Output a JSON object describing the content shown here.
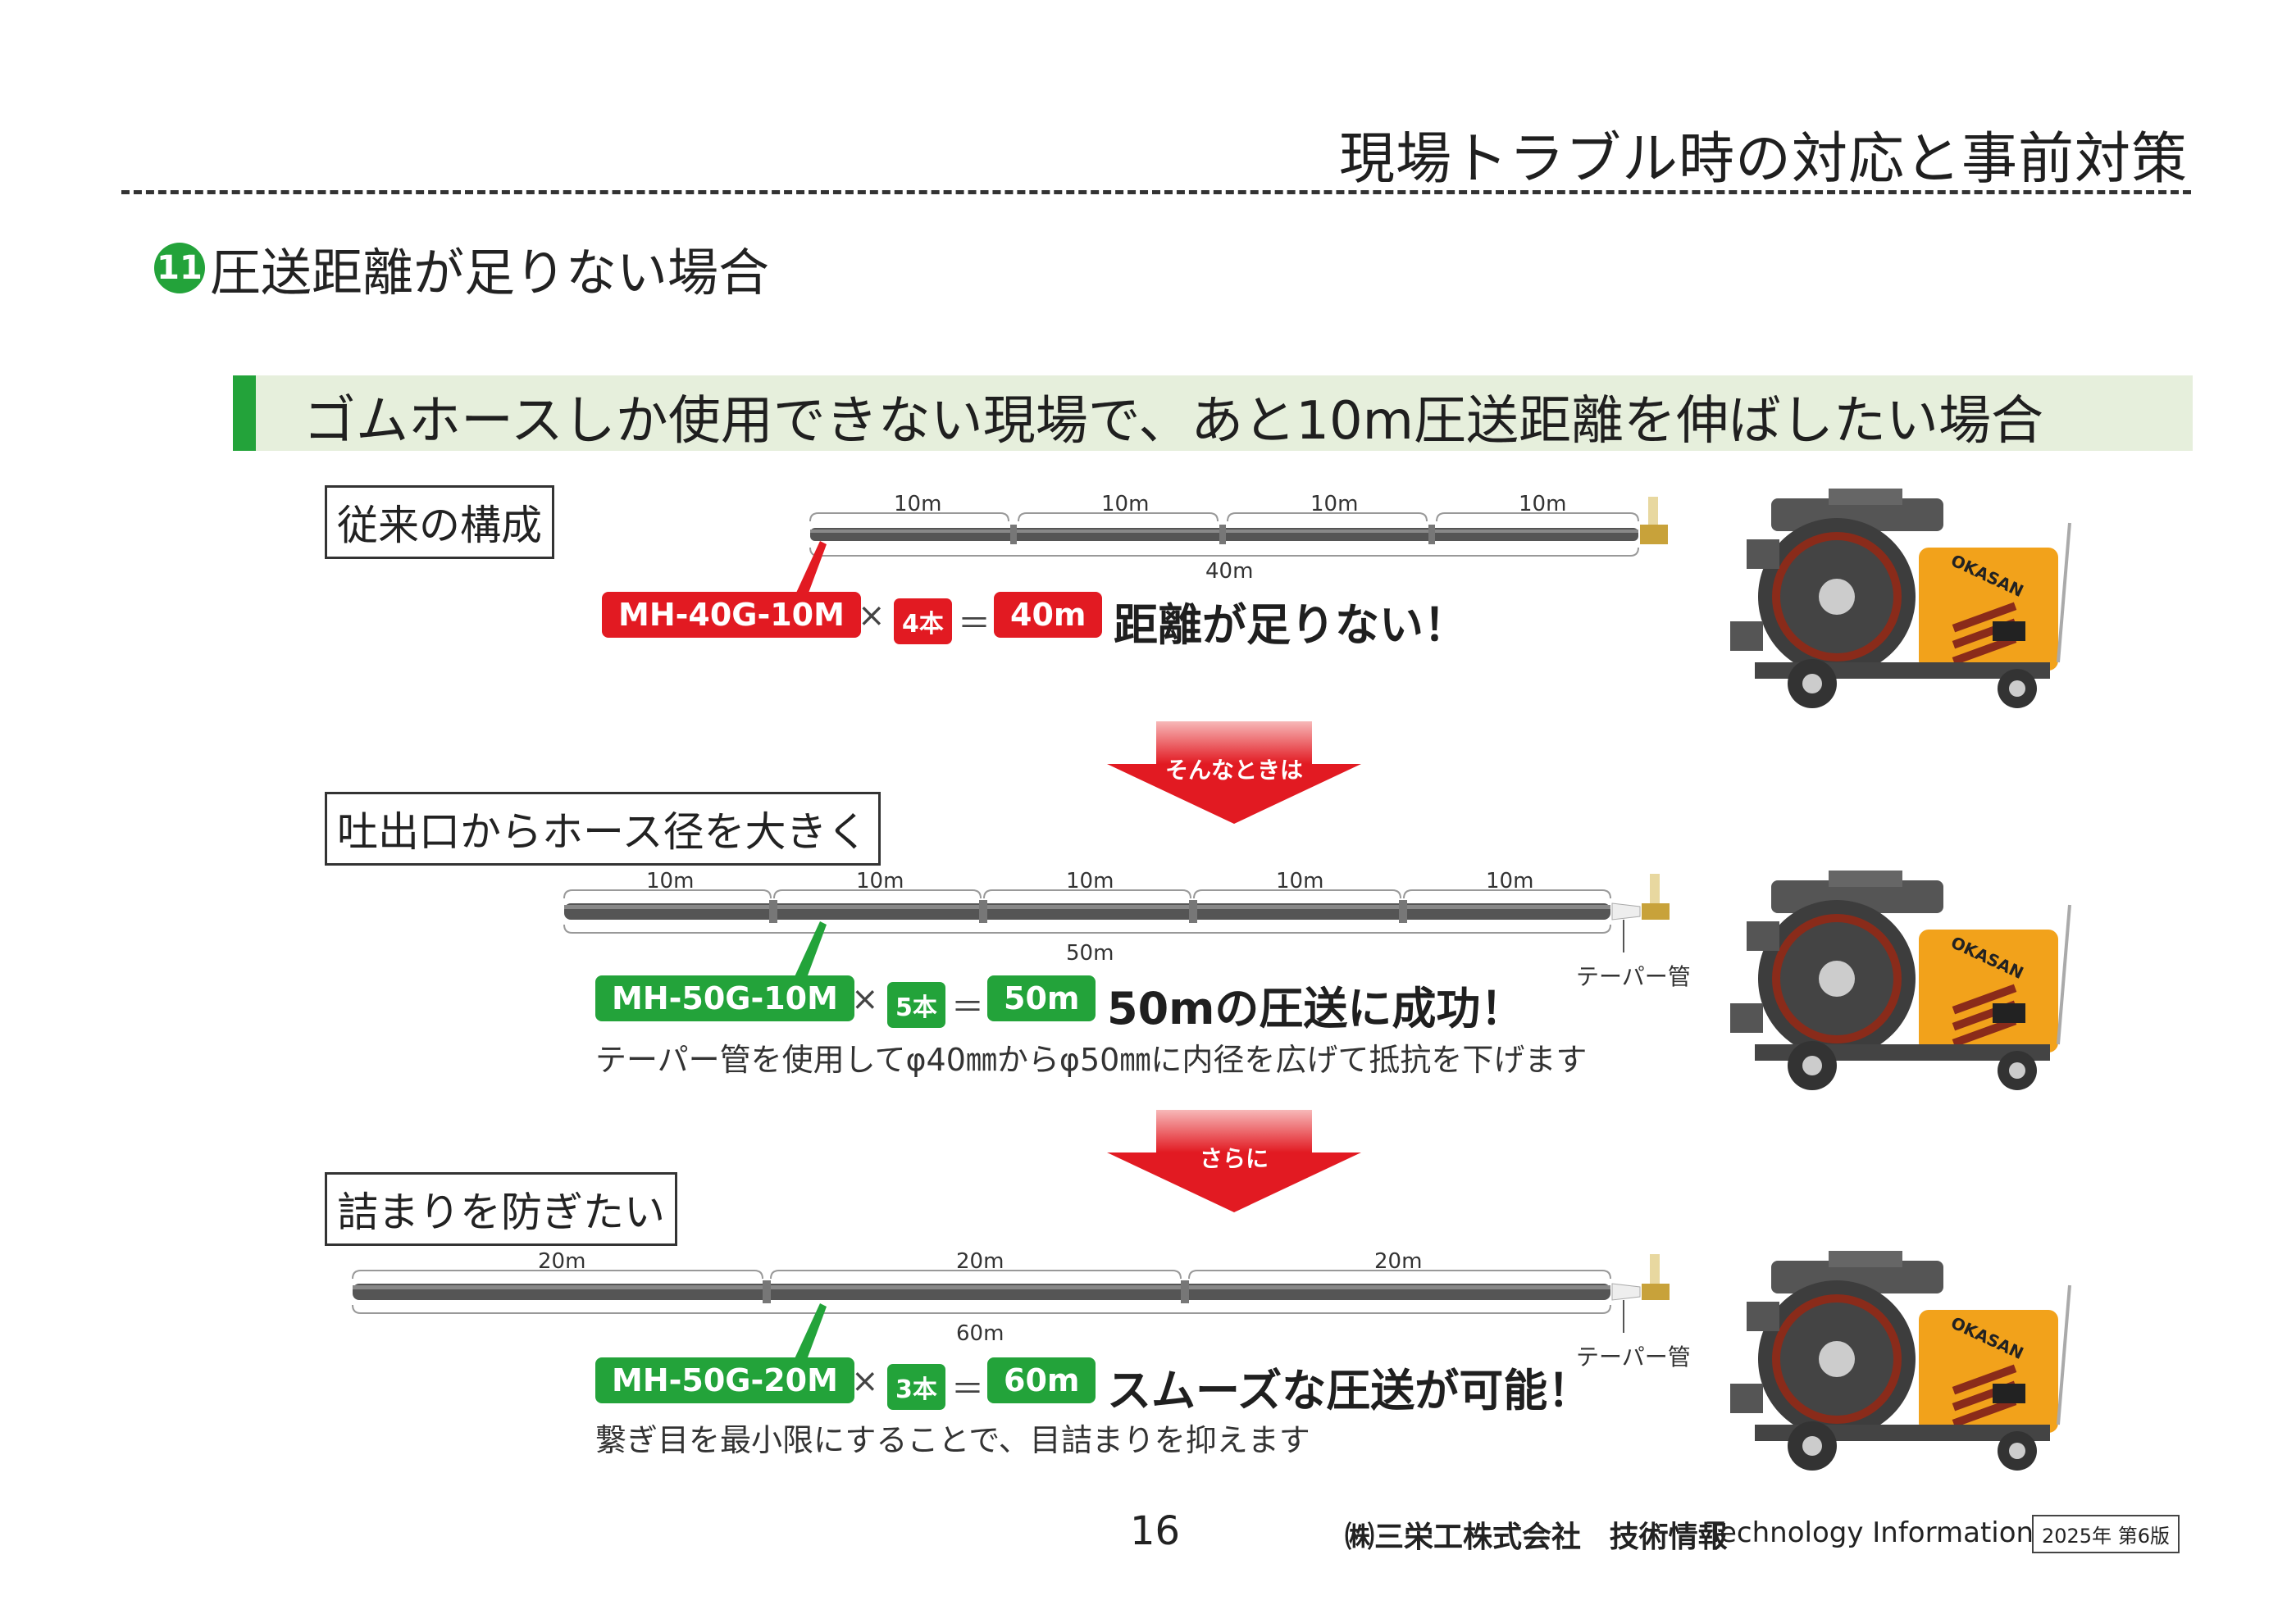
{
  "header": {
    "title": "現場トラブル時の対応と事前対策"
  },
  "section": {
    "number": "11",
    "title": "圧送距離が足りない場合"
  },
  "banner": {
    "text": "ゴムホースしか使用できない現場で、あと10m圧送距離を伸ばしたい場合"
  },
  "config1": {
    "label": "従来の構成",
    "segments": [
      "10m",
      "10m",
      "10m",
      "10m"
    ],
    "total": "40m",
    "code": "MH-40G-10M",
    "times": "×",
    "count": "4本",
    "equals": "＝",
    "result_len": "40m",
    "result": "距離が足りない！"
  },
  "arrow1": {
    "text": "そんなときは"
  },
  "config2": {
    "label": "吐出口からホース径を大きく",
    "segments": [
      "10m",
      "10m",
      "10m",
      "10m",
      "10m"
    ],
    "total": "50m",
    "code": "MH-50G-10M",
    "times": "×",
    "count": "5本",
    "equals": "＝",
    "result_len": "50m",
    "result": "50mの圧送に成功！",
    "taper": "テーパー管",
    "note": "テーパー管を使用してφ40㎜からφ50㎜に内径を広げて抵抗を下げます"
  },
  "arrow2": {
    "text": "さらに"
  },
  "config3": {
    "label": "詰まりを防ぎたい",
    "segments": [
      "20m",
      "20m",
      "20m"
    ],
    "total": "60m",
    "code": "MH-50G-20M",
    "times": "×",
    "count": "3本",
    "equals": "＝",
    "result_len": "60m",
    "result": "スムーズな圧送が可能！",
    "taper": "テーパー管",
    "note": "繋ぎ目を最小限にすることで、目詰まりを抑えます"
  },
  "machine": {
    "brand": "OKASAN"
  },
  "footer": {
    "page": "16",
    "company": "㈱三栄工株式会社",
    "section": "技術情報",
    "ti": "Technology Information",
    "edition": "2025年 第6版"
  },
  "colors": {
    "green": "#23a33a",
    "red": "#e21a22",
    "orange": "#f2a21b"
  }
}
